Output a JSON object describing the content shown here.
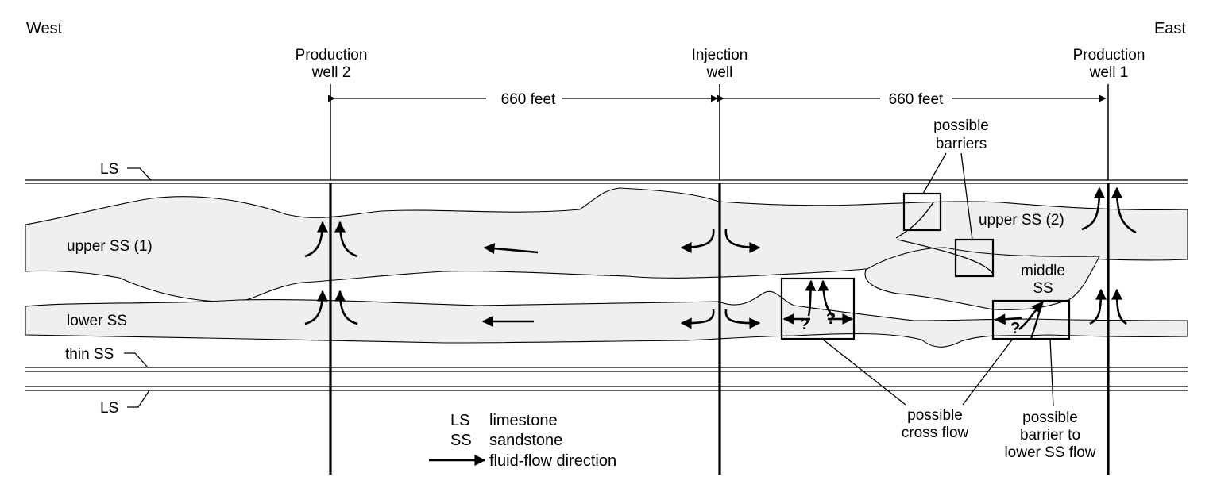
{
  "directions": {
    "west": "West",
    "east": "East"
  },
  "wells": {
    "production_well_2": [
      "Production",
      "well 2"
    ],
    "injection_well": [
      "Injection",
      "well"
    ],
    "production_well_1": [
      "Production",
      "well 1"
    ]
  },
  "distances": {
    "left": "660 feet",
    "right": "660 feet"
  },
  "layers": {
    "ls_top": "LS",
    "upper_ss_1": "upper SS (1)",
    "upper_ss_2": "upper SS (2)",
    "middle_ss": [
      "middle",
      "SS"
    ],
    "lower_ss": "lower SS",
    "thin_ss": "thin SS",
    "ls_bottom": "LS"
  },
  "callouts": {
    "possible_barriers": [
      "possible",
      "barriers"
    ],
    "possible_cross_flow": [
      "possible",
      "cross flow"
    ],
    "possible_barrier_lower": [
      "possible",
      "barrier to",
      "lower SS flow"
    ],
    "question_mark": "?"
  },
  "legend": {
    "ls_abbr": "LS",
    "ls_text": "limestone",
    "ss_abbr": "SS",
    "ss_text": "sandstone",
    "flow_text": "fluid-flow direction"
  }
}
